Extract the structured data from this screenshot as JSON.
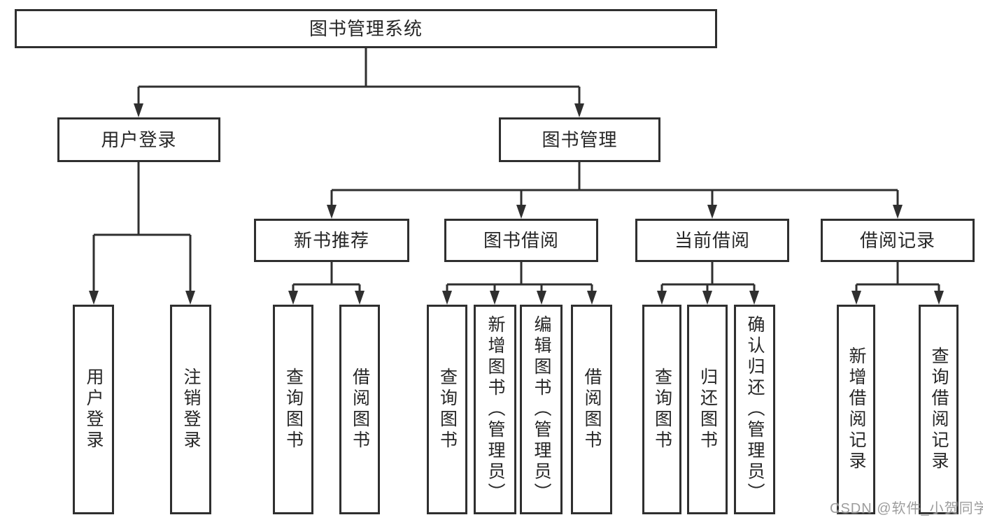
{
  "diagram": {
    "root": {
      "label": "图书管理系统"
    },
    "level2": [
      {
        "label": "用户登录",
        "children": [
          {
            "label": "用户登录"
          },
          {
            "label": "注销登录"
          }
        ]
      },
      {
        "label": "图书管理",
        "children": [
          {
            "label": "新书推荐",
            "children": [
              {
                "label": "查询图书"
              },
              {
                "label": "借阅图书"
              }
            ]
          },
          {
            "label": "图书借阅",
            "children": [
              {
                "label": "查询图书"
              },
              {
                "label": "新增图书（管理员）"
              },
              {
                "label": "编辑图书（管理员）"
              },
              {
                "label": "借阅图书"
              }
            ]
          },
          {
            "label": "当前借阅",
            "children": [
              {
                "label": "查询图书"
              },
              {
                "label": "归还图书"
              },
              {
                "label": "确认归还（管理员）"
              }
            ]
          },
          {
            "label": "借阅记录",
            "children": [
              {
                "label": "新增借阅记录"
              },
              {
                "label": "查询借阅记录"
              }
            ]
          }
        ]
      }
    ],
    "watermark": "CSDN @软件_小贺同学",
    "colors": {
      "line": "#2f2f2f",
      "text": "#262626",
      "box_fill": "#ffffff",
      "watermark": "#8c8c8c",
      "background": "#ffffff"
    }
  }
}
